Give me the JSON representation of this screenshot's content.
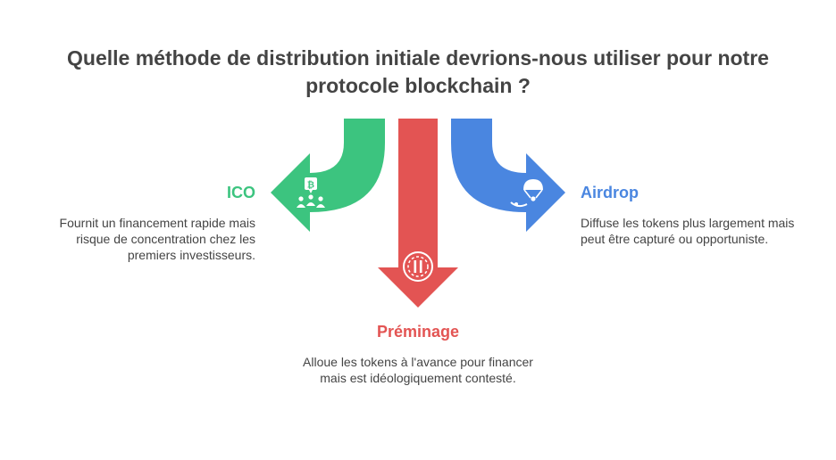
{
  "title": "Quelle méthode de distribution initiale devrions-nous utiliser pour notre protocole blockchain ?",
  "colors": {
    "green": "#3cc47f",
    "red": "#e35453",
    "blue": "#4a86e0",
    "text": "#444444"
  },
  "options": {
    "ico": {
      "label": "ICO",
      "description": "Fournit un financement rapide mais risque de concentration chez les premiers investisseurs.",
      "icon": "bitcoin-crowd-icon"
    },
    "preminage": {
      "label": "Préminage",
      "description": "Alloue les tokens à l'avance pour financer mais est idéologiquement contesté.",
      "icon": "token-coin-icon"
    },
    "airdrop": {
      "label": "Airdrop",
      "description": "Diffuse les tokens plus largement mais peut être capturé ou opportuniste.",
      "icon": "parachute-drop-icon"
    }
  }
}
